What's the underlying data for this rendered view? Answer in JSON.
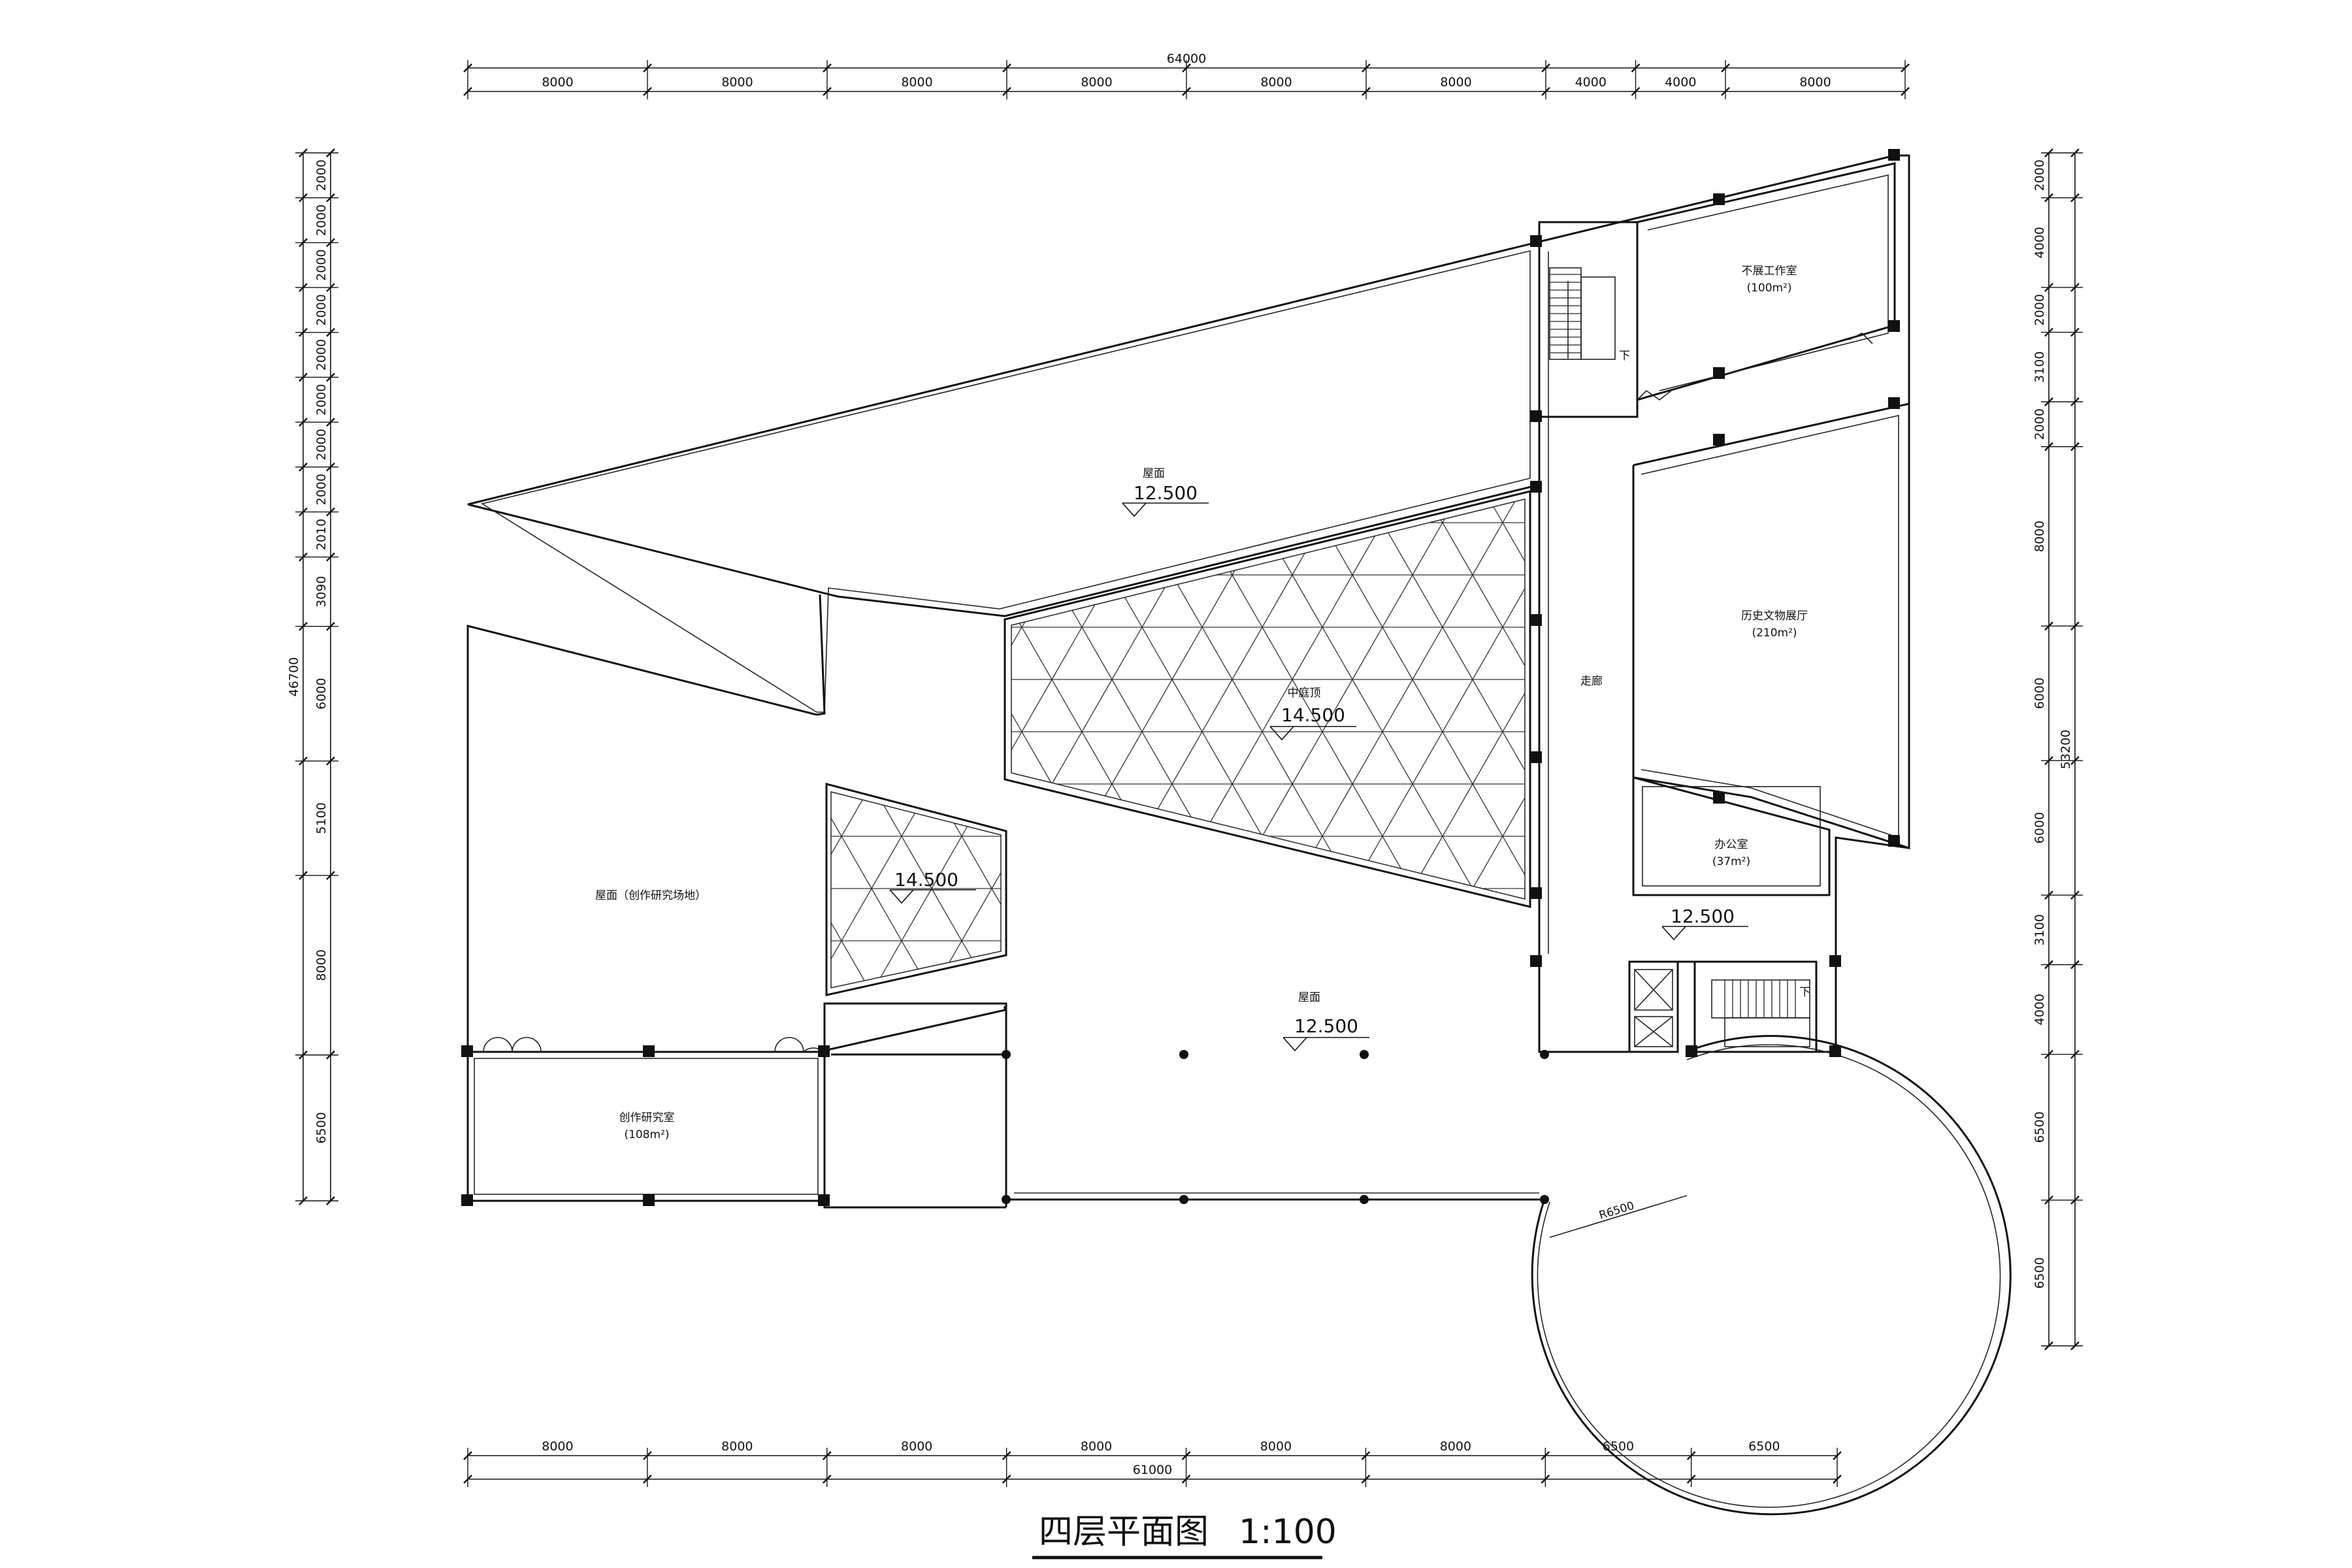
{
  "drawing": {
    "title": "四层平面图",
    "scale": "1:100",
    "colors": {
      "line": "#111111",
      "background": "#ffffff"
    }
  },
  "dimensions": {
    "top_total": "64000",
    "top": [
      "8000",
      "8000",
      "8000",
      "8000",
      "8000",
      "8000",
      "4000",
      "4000",
      "8000"
    ],
    "bottom_total": "61000",
    "bottom": [
      "8000",
      "8000",
      "8000",
      "8000",
      "8000",
      "8000",
      "6500",
      "6500"
    ],
    "left_total": "46700",
    "left": [
      "2000",
      "2000",
      "2000",
      "2000",
      "2000",
      "2000",
      "2000",
      "2000",
      "2010",
      "3090",
      "6000",
      "5100",
      "8000",
      "6500"
    ],
    "right_total": "53200",
    "right": [
      "2000",
      "4000",
      "2000",
      "3100",
      "2000",
      "8000",
      "6000",
      "6000",
      "3100",
      "4000",
      "6500",
      "6500"
    ]
  },
  "rooms": {
    "roof_top": "屋面",
    "roof_top_elev": "12.500",
    "atrium": "中庭顶",
    "atrium_elev": "14.500",
    "skylight_elev": "14.500",
    "roof_left": "屋面（创作研究场地）",
    "roof_bottom": "屋面",
    "roof_bottom_elev": "12.500",
    "studio": "创作研究室",
    "studio_area": "(108m²)",
    "corridor": "走廊",
    "corridor_elev": "12.500",
    "workroom": "不展工作室",
    "workroom_area": "(100m²)",
    "history_hall": "历史文物展厅",
    "history_hall_area": "(210m²)",
    "office": "办公室",
    "office_area": "(37m²)",
    "radius": "R6500",
    "stair_down_1": "下",
    "stair_down_2": "下"
  }
}
